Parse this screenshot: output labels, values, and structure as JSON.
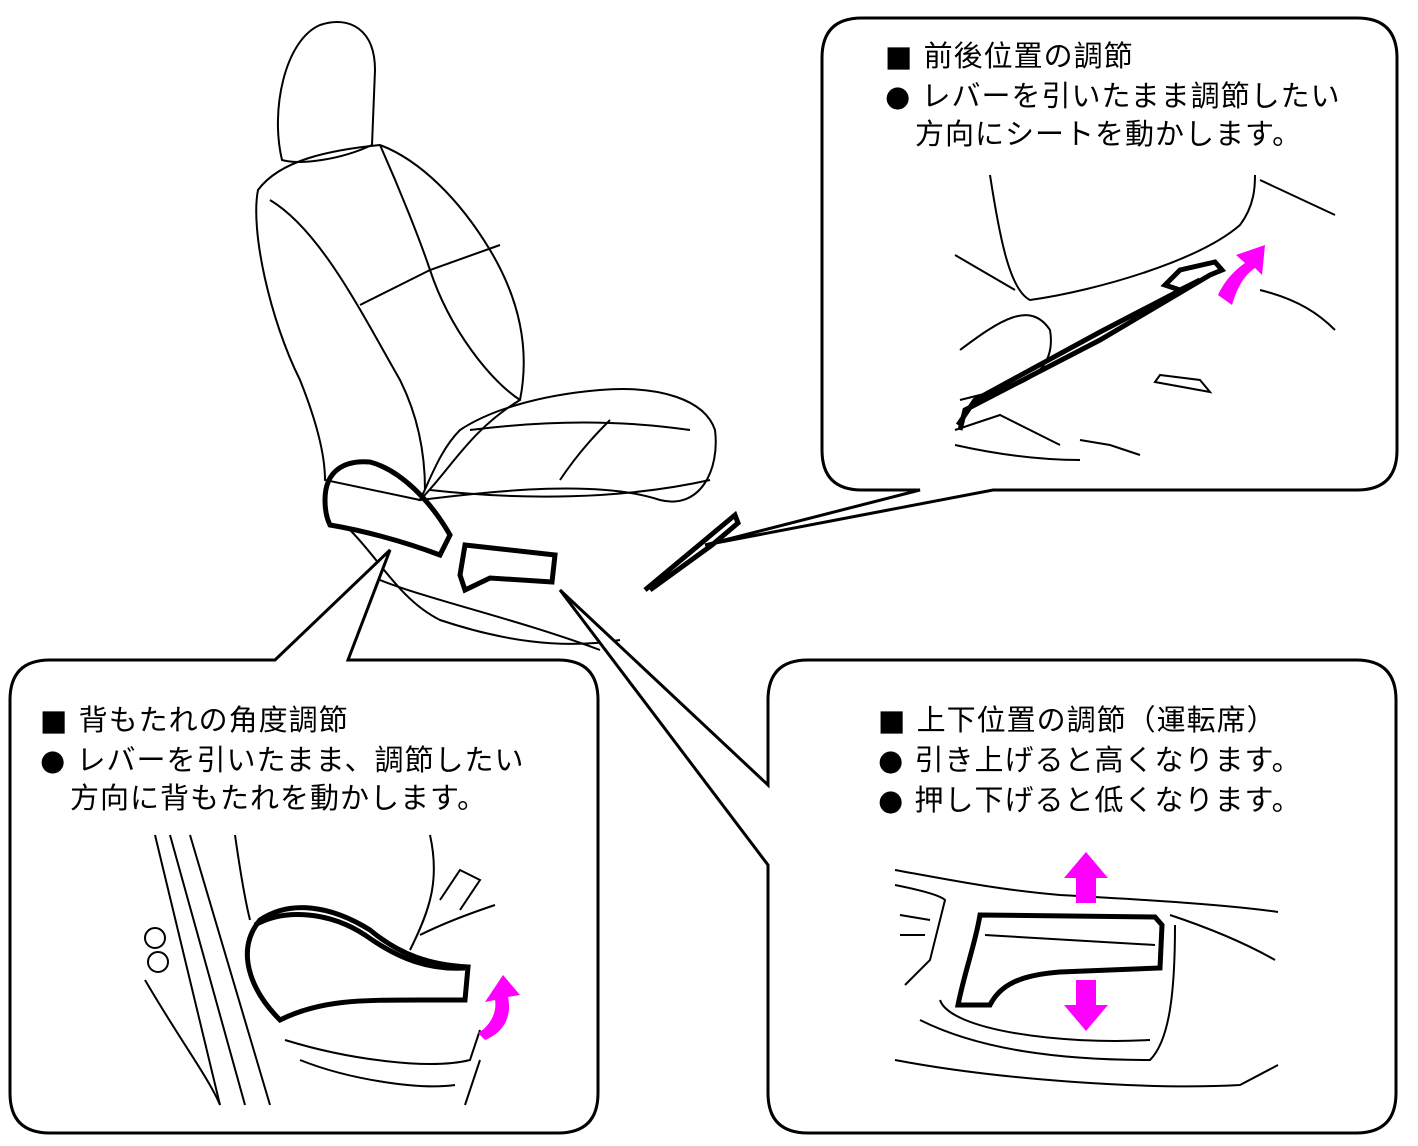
{
  "callouts": {
    "fore_aft": {
      "heading": "■ 前後位置の調節",
      "line1": "● レバーを引いたまま調節したい",
      "line2": "方向にシートを動かします。"
    },
    "recline": {
      "heading": "■ 背もたれの角度調節",
      "line1": "● レバーを引いたまま、調節したい",
      "line2": "方向に背もたれを動かします。"
    },
    "height": {
      "heading": "■ 上下位置の調節（運転席）",
      "line1": "● 引き上げると高くなります。",
      "line2": "● 押し下げると低くなります。"
    }
  },
  "colors": {
    "arrow": "#ff00ff",
    "line": "#000000"
  }
}
